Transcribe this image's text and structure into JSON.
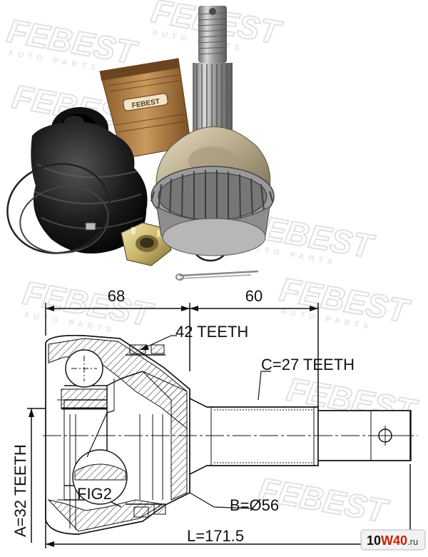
{
  "watermark": {
    "brand": "FEBEST",
    "tagline": "AUTO PARTS"
  },
  "kit": {
    "grease_label": "FEBEST"
  },
  "dimensions": {
    "left_section": "68",
    "right_section": "60",
    "teeth_42": "42 TEETH",
    "teeth_c": "C=27 TEETH",
    "teeth_a": "A=32 TEETH",
    "fig": "FIG2",
    "diameter_b": "B=Ø56",
    "length_l": "L=171.5"
  },
  "badge": {
    "prefix": "10",
    "mid": "W40",
    "suffix": ".ru"
  },
  "colors": {
    "brand_red": "#cc2200",
    "ink": "#111111",
    "watermark": "#d4d4d4"
  }
}
